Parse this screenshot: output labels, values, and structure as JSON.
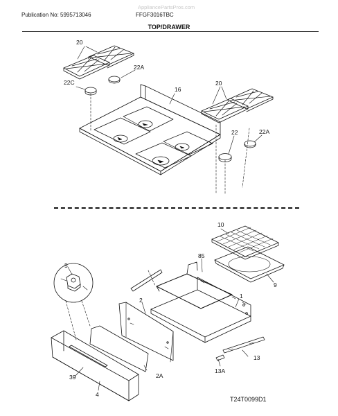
{
  "header": {
    "watermark": "AppliancePartsPros.com",
    "publication": "Publication No: 5995713046",
    "model": "FFGF3016TBC"
  },
  "section_title": "TOP/DRAWER",
  "callouts": {
    "grate_left": "20",
    "grate_right": "20",
    "cap_22a_left": "22A",
    "cap_22c": "22C",
    "cooktop": "16",
    "cap_22": "22",
    "cap_22a_right": "22A",
    "broiler_grid": "10",
    "pan_support": "85",
    "broiler_pan": "9",
    "igniter_knob": "5",
    "drawer_body": "1",
    "drawer_panel": "2",
    "drawer_side": "2A",
    "drawer_front": "4",
    "handle": "39",
    "slide": "13",
    "slide_13a": "13A"
  },
  "figure_ref": "T24T0099D1"
}
